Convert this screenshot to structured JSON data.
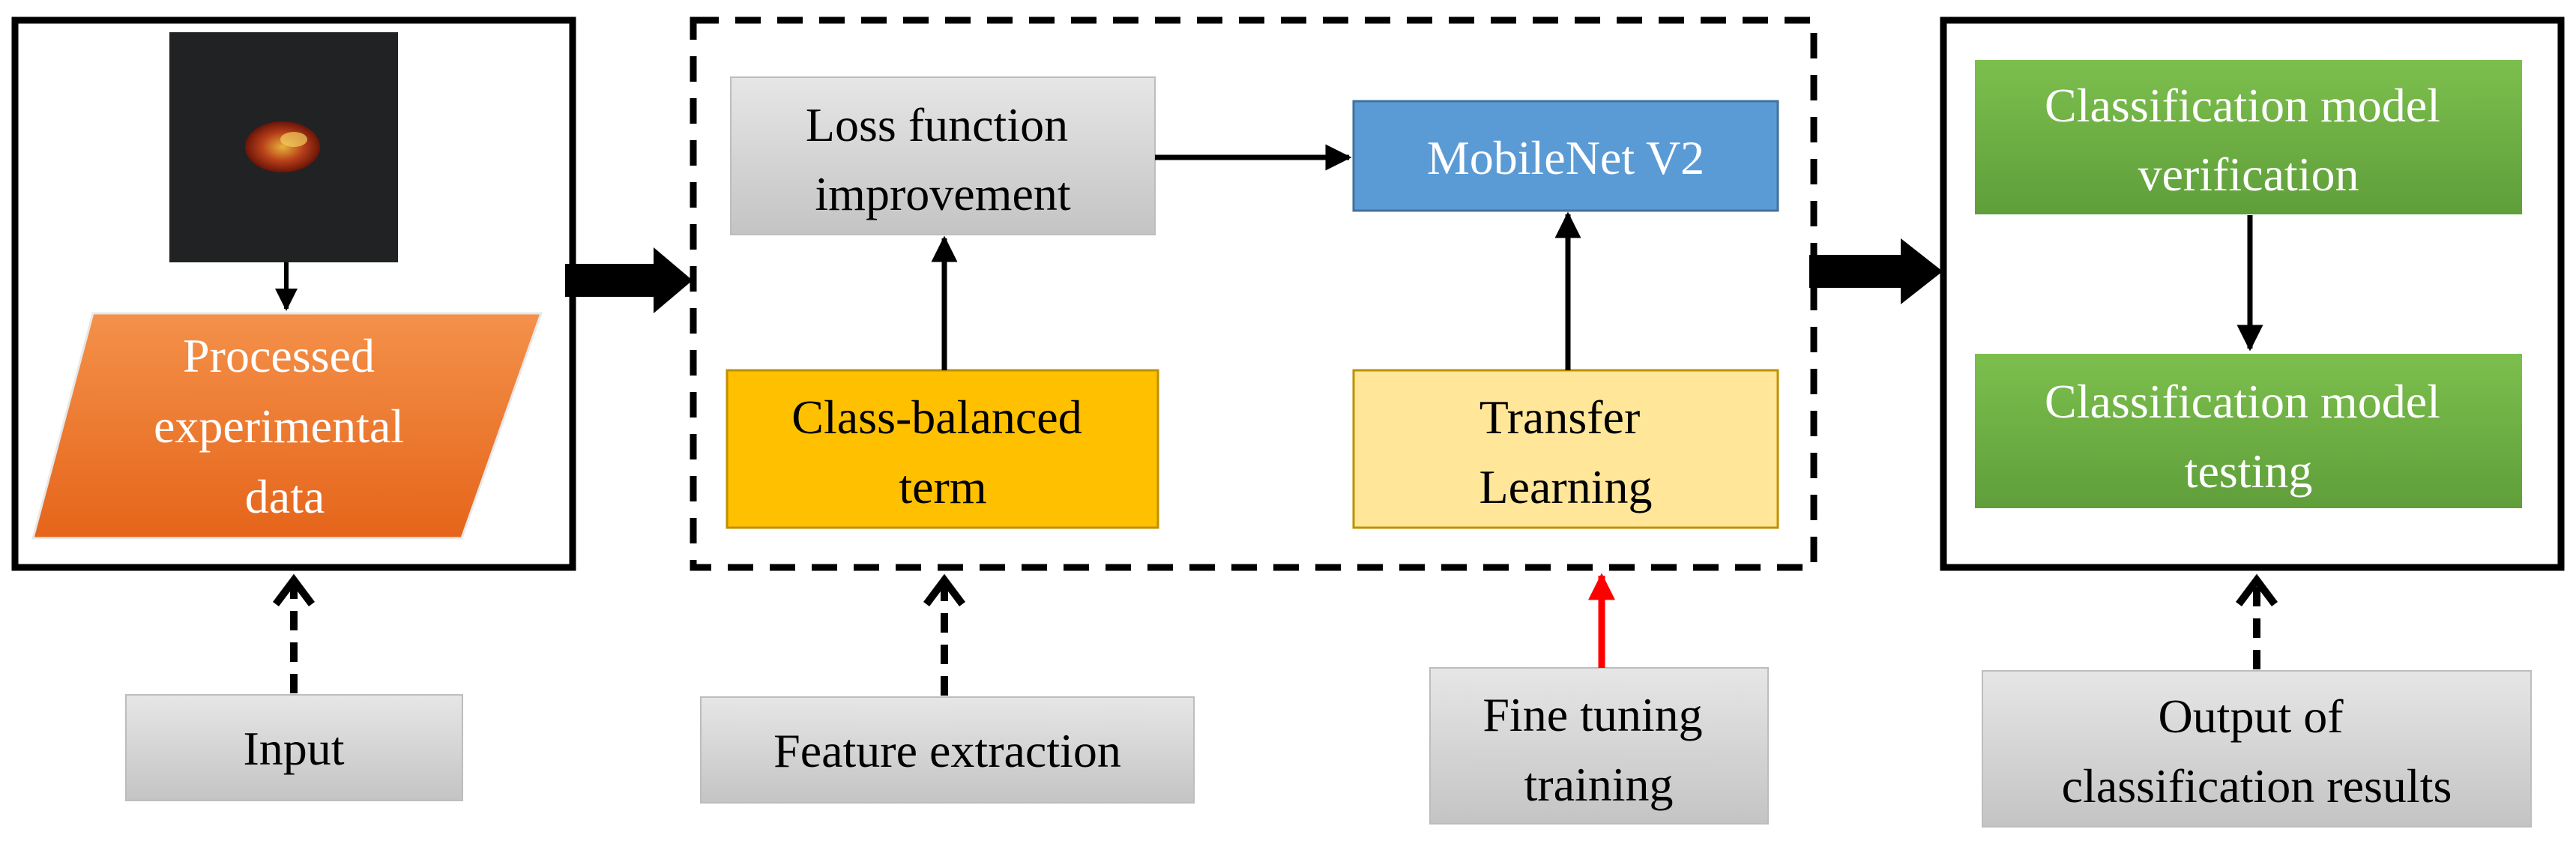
{
  "diagram": {
    "input_stage": {
      "image_alt": "jujube fruit sample photo",
      "processed_label": [
        "Processed",
        "experimental",
        "data"
      ]
    },
    "feature_stage": {
      "loss_label": [
        "Loss function",
        "improvement"
      ],
      "mobilenet_label": "MobileNet V2",
      "class_balanced_label": [
        "Class-balanced",
        "term"
      ],
      "transfer_label": [
        "Transfer",
        "Learning"
      ]
    },
    "output_stage": {
      "verification_label": [
        "Classification model",
        "verification"
      ],
      "testing_label": [
        "Classification model",
        "testing"
      ]
    },
    "bottom_labels": {
      "input": "Input",
      "feature_extraction": "Feature extraction",
      "fine_tuning": [
        "Fine tuning",
        "training"
      ],
      "output": [
        "Output of",
        "classification results"
      ]
    },
    "colors": {
      "orange_parallelogram": "#EE7A2E",
      "gray_box": "#D4D4D4",
      "blue_box": "#5B9BD5",
      "gold_box": "#FFC000",
      "light_yellow_box": "#FFE699",
      "green_box": "#70AD47",
      "red_arrow": "#FF0000"
    }
  }
}
